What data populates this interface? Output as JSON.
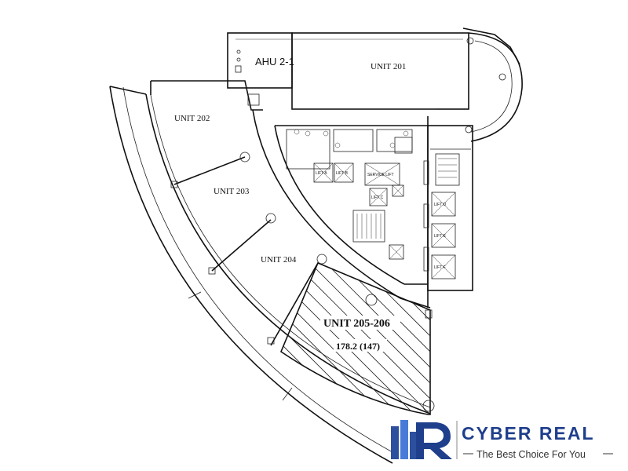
{
  "floorplan": {
    "ahu_label": "AHU 2-1",
    "units": [
      {
        "id": "201",
        "label": "UNIT 201"
      },
      {
        "id": "202",
        "label": "UNIT 202"
      },
      {
        "id": "203",
        "label": "UNIT 203"
      },
      {
        "id": "204",
        "label": "UNIT 204"
      }
    ],
    "highlight": {
      "label": "UNIT 205-206",
      "area": "178.2 (147)"
    },
    "lifts": {
      "a": "LIFT A",
      "b": "LIFT B",
      "service": "SERVICE LIFT",
      "c": "LIFT C",
      "d": "LIFT D",
      "e": "LIFT E",
      "f": "LIFT F"
    }
  },
  "brand": {
    "name": "CYBER REAL",
    "tagline": "The Best Choice For You",
    "colors": {
      "primary": "#1f3f8c",
      "accent": "#4a7ad8"
    }
  }
}
